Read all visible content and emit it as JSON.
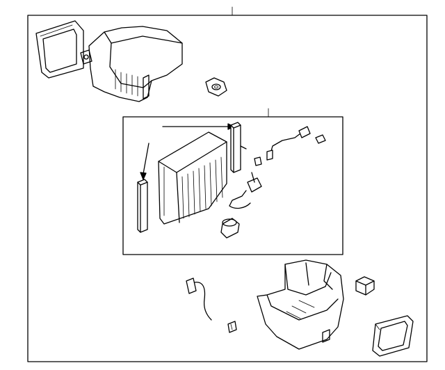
{
  "diagram": {
    "background": "#ffffff",
    "line_color": "#000000",
    "parts": [
      "blower-case-upper",
      "seal-frame-left",
      "grommet",
      "evaporator-core",
      "expansion-valve",
      "sensor-wire",
      "caps",
      "foam-seal-strip-left",
      "foam-seal-strip-right",
      "drain-hose",
      "harness-connector",
      "clip",
      "blower-case-lower",
      "seal-frame-right",
      "nut"
    ]
  }
}
